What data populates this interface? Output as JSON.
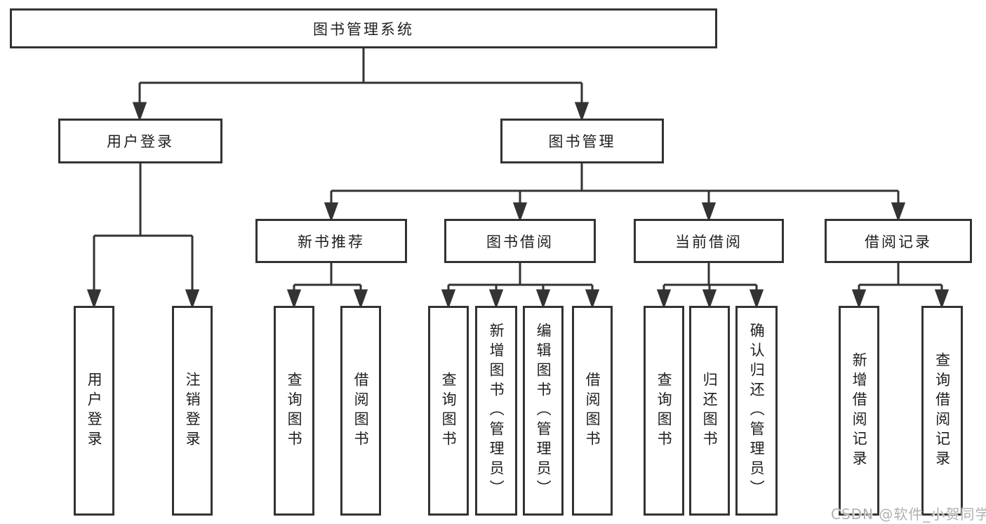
{
  "diagram": {
    "type": "tree",
    "root": {
      "id": "system",
      "label": "图书管理系统",
      "children": [
        {
          "id": "user-login",
          "label": "用户登录",
          "children": [
            {
              "id": "user-login-leaf",
              "label": "用户登录"
            },
            {
              "id": "logout-login",
              "label": "注销登录"
            }
          ]
        },
        {
          "id": "book-management",
          "label": "图书管理",
          "children": [
            {
              "id": "new-book-recommendation",
              "label": "新书推荐",
              "children": [
                {
                  "id": "query-books-recommend",
                  "label": "查询图书"
                },
                {
                  "id": "borrow-books-recommend",
                  "label": "借阅图书"
                }
              ]
            },
            {
              "id": "book-borrowing",
              "label": "图书借阅",
              "children": [
                {
                  "id": "query-books-borrowing",
                  "label": "查询图书"
                },
                {
                  "id": "add-books-admin",
                  "label": "新增图书（管理员）"
                },
                {
                  "id": "edit-books-admin",
                  "label": "编辑图书（管理员）"
                },
                {
                  "id": "borrow-books-borrowing",
                  "label": "借阅图书"
                }
              ]
            },
            {
              "id": "current-borrowing",
              "label": "当前借阅",
              "children": [
                {
                  "id": "query-books-current",
                  "label": "查询图书"
                },
                {
                  "id": "return-books",
                  "label": "归还图书"
                },
                {
                  "id": "confirm-return-admin",
                  "label": "确认归还（管理员）"
                }
              ]
            },
            {
              "id": "borrowing-records",
              "label": "借阅记录",
              "children": [
                {
                  "id": "add-borrow-record",
                  "label": "新增借阅记录"
                },
                {
                  "id": "query-borrow-record",
                  "label": "查询借阅记录"
                }
              ]
            }
          ]
        }
      ]
    }
  },
  "watermark": {
    "text": "CSDN @软件_小贺同学",
    "color": "#b0b0b0"
  },
  "colors": {
    "line": "#333333",
    "box_border": "#333333",
    "box_fill": "#ffffff",
    "label_text": "#1f1f1f",
    "background": "#ffffff"
  }
}
